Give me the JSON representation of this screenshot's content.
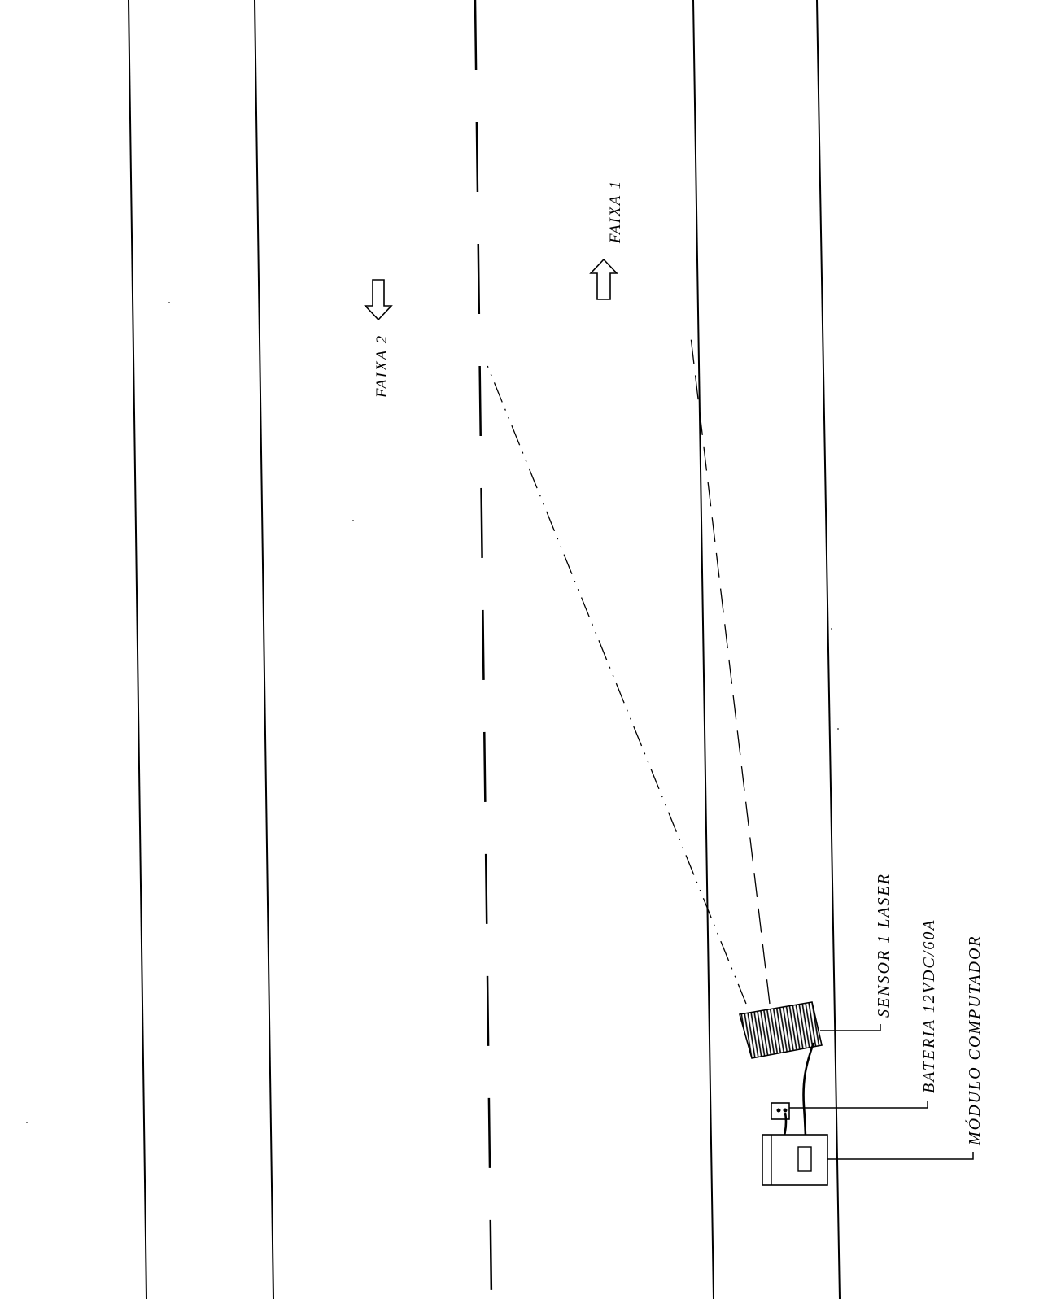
{
  "lanes": {
    "lane2_label": "FAIXA 2",
    "lane1_label": "FAIXA 1"
  },
  "equipment": {
    "sensor_label": "SENSOR 1 LASER",
    "battery_label": "BATERIA 12VDC/60A",
    "computer_label": "MÓDULO COMPUTADOR"
  },
  "icons": {
    "lane2_direction": "arrow-down-icon",
    "lane1_direction": "arrow-up-icon"
  }
}
